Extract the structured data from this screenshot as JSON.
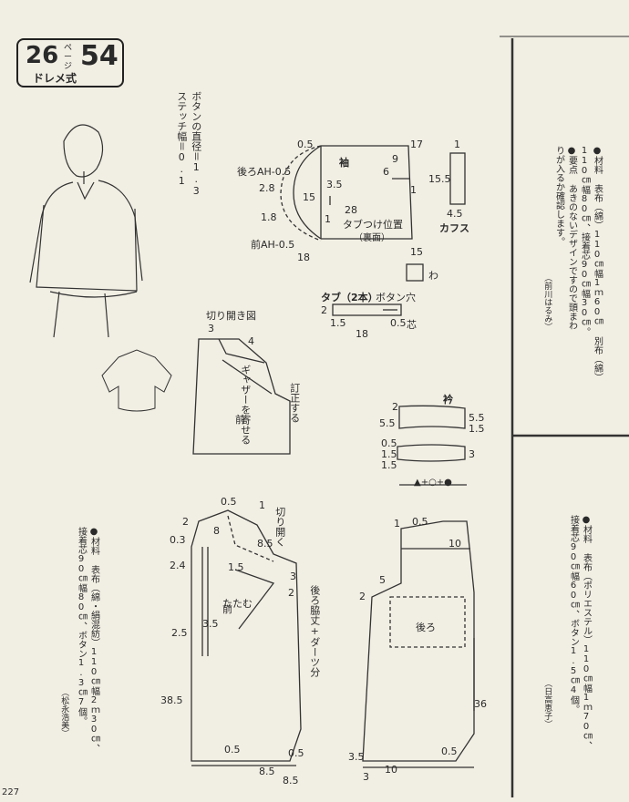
{
  "header": {
    "page_left": "26",
    "page_word": "ページ",
    "page_right": "54",
    "subtitle": "ドレメ式"
  },
  "notes": {
    "button_diameter": "ボタンの直径＝1.3",
    "stitch_width": "ステッチ幅＝0.1"
  },
  "materials_right_top": {
    "line1": "●材料 表布（綿）110㎝幅1ｍ60㎝ 別布（綿）",
    "line2": "110㎝幅80㎝、接着芯90㎝幅30㎝。",
    "line3": "●要点 あきのないデザインですので頭まわ",
    "line4": "りが入るか確認します。",
    "author": "（前川はるみ）"
  },
  "materials_right_bottom": {
    "line1": "●材料 表布（ポリエステル）110㎝幅1ｍ70㎝、",
    "line2": "接着芯90㎝幅60㎝、ボタン1.5㎝4個。",
    "author": "（日高恵子）"
  },
  "materials_left": {
    "line1": "●材料 表布（綿・絹混紡）110㎝幅2ｍ30㎝、",
    "line2": "接着芯90㎝幅80㎝、ボタン1.3㎝7個。",
    "author": "（松永浩美）"
  },
  "sleeve": {
    "title": "袖",
    "back_ah": "後ろAH-0.5",
    "front_ah": "前AH-0.5",
    "tab_pos": "タブつけ位置",
    "tab_pos_sub": "（裏面）",
    "n05": "0.5",
    "n17": "17",
    "n9": "9",
    "n6": "6",
    "n1": "1",
    "n28a": "2.8",
    "n15a": "15",
    "n35": "3.5",
    "n28b": "28",
    "n18a": "1.8",
    "n1b": "1",
    "n18b": "18",
    "n15b": "15"
  },
  "cuff": {
    "title": "カフス",
    "n1": "1",
    "n155": "15.5",
    "n45": "4.5"
  },
  "tab": {
    "title": "タブ（2本）",
    "hole": "ボタン穴",
    "fold": "わ",
    "n2": "2",
    "n15a": "1.5",
    "n05": "0.5",
    "n18": "18",
    "center": "芯"
  },
  "slash": {
    "title": "切り開き図",
    "n3": "3",
    "n4": "4",
    "gather": "ギャザーを寄せる",
    "correct": "訂正する",
    "front": "前"
  },
  "collar": {
    "title": "衿",
    "n2": "2",
    "n55a": "5.5",
    "n55b": "5.5",
    "n15a": "1.5",
    "n15b": "1.5",
    "n3": "3",
    "n05": "0.5",
    "n15c": "1.5",
    "marks": "▲+○+●"
  },
  "front": {
    "label": "前",
    "fold_label": "たたむ",
    "slit": "切り開く",
    "side": "後ろ脇丈+ダーツ分",
    "n05a": "0.5",
    "n2": "2",
    "n1": "1",
    "n8": "8",
    "n03": "0.3",
    "n85a": "8.5",
    "n24": "2.4",
    "n15": "1.5",
    "n3": "3",
    "n2b": "2",
    "n35": "3.5",
    "n25": "2.5",
    "n385": "38.5",
    "n05b": "0.5",
    "n05c": "0.5",
    "n85b": "8.5",
    "n85c": "8.5"
  },
  "back": {
    "label": "後ろ",
    "n1": "1",
    "n05": "0.5",
    "n10a": "10",
    "n5": "5",
    "n2": "2",
    "n36": "36",
    "n35": "3.5",
    "n05b": "0.5",
    "n3": "3",
    "n10b": "10"
  },
  "footer": {
    "page_no": "227"
  }
}
